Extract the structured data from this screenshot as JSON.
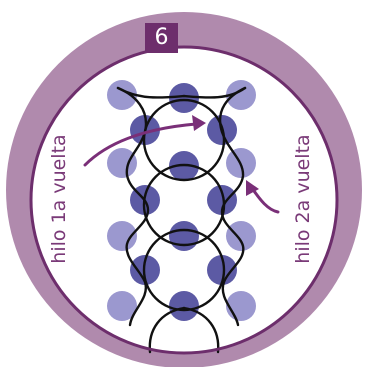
{
  "step": {
    "number": "6"
  },
  "labels": {
    "thread_first_round": "hilo 1a vuelta",
    "thread_second_round": "hilo 2a vuelta"
  },
  "colors": {
    "outer_ring": "#b08aad",
    "inner_disc": "#ffffff",
    "ring_border": "#6d2e6c",
    "bead_light": "#9b98cf",
    "bead_dark": "#5c5aa4",
    "thread": "#111111",
    "arrow": "#7a2f78",
    "text": "#7a3a78"
  },
  "icons": {
    "arrow_left": "curved-arrow-right-icon",
    "arrow_right": "curved-arrow-up-left-icon"
  }
}
